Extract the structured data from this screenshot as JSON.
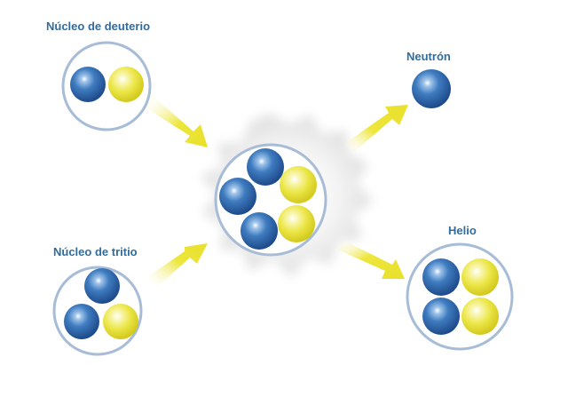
{
  "labels": {
    "deuterium_nucleus": "Núcleo de deuterio",
    "tritium_nucleus": "Núcleo de tritio",
    "neutron": "Neutrón",
    "helium": "Helio"
  },
  "colors": {
    "label": "#2f6da0",
    "proton_blue": "#2e64a8",
    "neutron_yellow": "#e8e43a",
    "circle_stroke": "#a7bcd6",
    "arrow_yellow": "#ede63c",
    "fusion_glow": "#e4e4e4"
  },
  "particles": {
    "deuterium": [
      "blue",
      "yellow"
    ],
    "tritium": [
      "blue",
      "blue",
      "yellow"
    ],
    "fusion": [
      "blue",
      "blue",
      "blue",
      "yellow",
      "yellow"
    ],
    "neutron": [
      "blue"
    ],
    "helium": [
      "blue",
      "yellow",
      "blue",
      "yellow"
    ]
  }
}
